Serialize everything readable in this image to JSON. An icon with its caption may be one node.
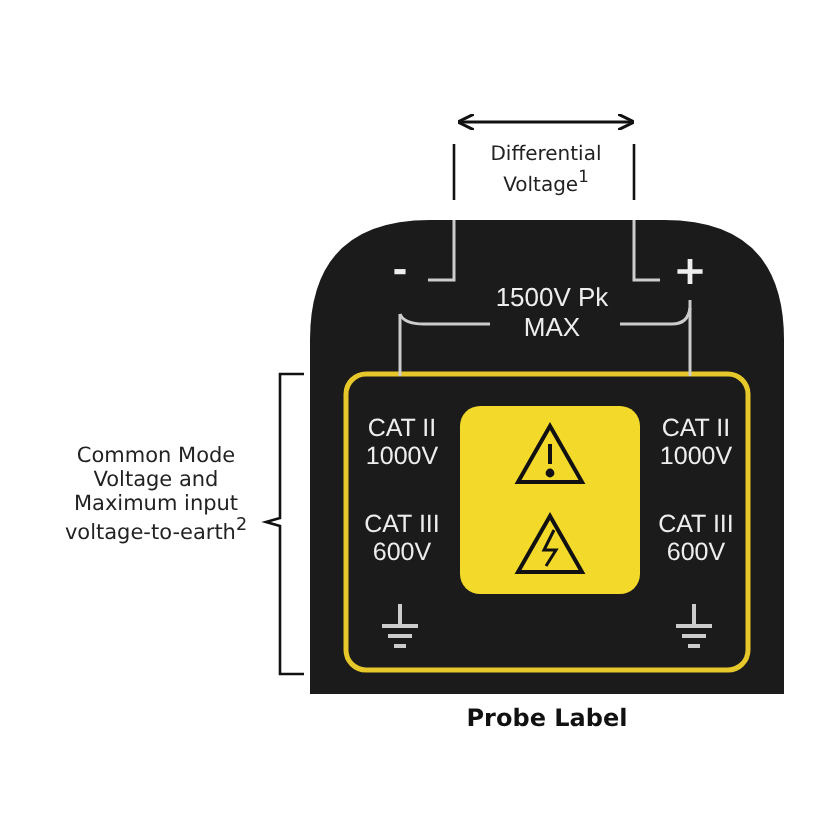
{
  "diagram": {
    "caption": "Probe Label",
    "labels": [
      "Differential Voltage$^{1}$",
      "-",
      "+",
      "1500V Pk MAX",
      "Common Mode Voltage and Maximum input voltage-to-earth$^{2}$",
      "CAT II 1000V",
      "CAT III 600V",
      "CAT II 1000V",
      "CAT III 600V"
    ]
  }
}
